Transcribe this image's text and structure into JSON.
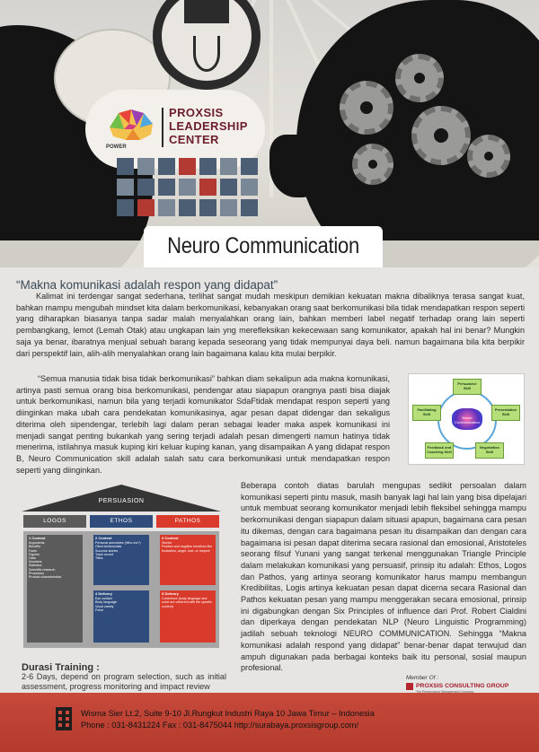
{
  "brand": {
    "name_line1": "PROXSIS",
    "name_line2": "LEADERSHIP",
    "name_line3": "CENTER",
    "power_word": "POWER"
  },
  "title": "Neuro Communication",
  "quote_title": "“Makna komunikasi adalah respon yang didapat”",
  "intro_paragraph": "Kalimat ini terdengar sangat sederhana, terlihat sangat mudah meskipun demikian kekuatan makna dibaliknya terasa sangat kuat, bahkan mampu mengubah mindset kita dalam berkomunikasi, kebanyakan orang saat berkomunikasi bila tidak mendapatkan respon seperti yang diharapkan biasanya tanpa sadar malah menyalahkan orang lain, bahkan memberi label negatif terhadap orang lain seperti pembangkang, lemot (Lemah Otak) atau ungkapan lain yng merefleksikan kekecewaan sang komunikator, apakah hal ini benar? Mungkin saja ya benar, ibaratnya menjual sebuah barang kepada seseorang yang tidak mempunyai daya beli. namun bagaimana bila kita berpikir dari perspektif lain, alih-alih menyalahkan orang lain bagaimana kalau kita mulai berpikir.",
  "paragraph_2": "“Semua manusia tidak bisa tidak berkomunikasi” bahkan diam sekalipun ada makna komunikasi, artinya pasti semua orang bisa berkomunikasi, pendengar atau siapapun orangnya pasti bisa diajak untuk berkomunikasi, namun bila yang terjadi komunikator SdaFtidak mendapat respon seperti yang diinginkan maka ubah cara pendekatan komunikasinya, agar pesan dapat didengar dan sekaligus diterima oleh sipendengar, terlebih lagi dalam peran sebagai leader maka aspek komunikasi ini menjadi sangat penting bukankah yang sering terjadi adalah pesan dimengerti namun hatinya tidak menerima, istilahnya masuk kuping kiri keluar kuping kanan, yang disampaikan A yang didapat respon B, Neuro Communication skill adalah salah satu cara berkomunikasi untuk mendapatkan respon seperti yang diinginkan.",
  "paragraph_3": "Beberapa contoh diatas barulah mengupas sedikit persoalan dalam komunikasi seperti pintu masuk, masih banyak lagi hal lain yang bisa dipelajari untuk membuat seorang komunikator menjadi lebih fleksibel sehingga mampu berkomunikasi dengan siapapun dalam situasi apapun, bagaimana cara pesan itu dikemas, dengan cara bagaimana pesan itu disampaikan dan dengan cara bagaimana isi pesan dapat diterima secara rasional dan emosional, Aristoteles seorang filsuf Yunani yang sangat terkenal menggunakan Triangle Principle dalam melakukan komunikasi yang persuasif, prinsip itu adalah: Ethos, Logos dan Pathos, yang artinya seorang komunikator harus mampu membangun Kredibilitas, Logis artinya kekuatan pesan dapat dicerna secara Rasional dan Pathos kekuatan pesan yang mampu menggerakan secara emosional, prinsip ini digabungkan dengan Six Principles of influence dari Prof. Robert Cialdini dan diperkaya dengan pendekatan NLP (Neuro Linguistic Programming) jadilah sebuah teknologi NEURO COMMUNICATION. Sehingga “Makna komunikasi adalah respond yang didapat” benar-benar dapat terwujud dan ampuh digunakan pada berbagai konteks baik itu personal, sosial maupun profesional.",
  "cycle_diagram": {
    "boxes": [
      "Persuasive Skill",
      "Presentation Skill",
      "Negotiation Skill",
      "Feedback and Coaching Skill",
      "Facilitating Skill"
    ],
    "center": "Neuro Communication"
  },
  "persuasion": {
    "roof": "PERSUASION",
    "pillars": [
      {
        "label": "LOGOS",
        "color": "#5b5b5b"
      },
      {
        "label": "ETHOS",
        "color": "#2f4c7d"
      },
      {
        "label": "PATHOS",
        "color": "#d93a2b"
      }
    ],
    "logos_box": {
      "title": "1 Content",
      "items": [
        "Arguments",
        "Benefits",
        "Facts",
        "Figures",
        "Data",
        "Numbers",
        "Statistics",
        "Scientific research",
        "Processes",
        "Product characteristics"
      ]
    },
    "ethos_box_1": {
      "title": "2 Content",
      "items": [
        "Personal anecdotes (Who me?)",
        "Client testimonials",
        "Success stories",
        "Track record",
        "Titles"
      ]
    },
    "ethos_box_2": {
      "title": "4 Delivery",
      "items": [
        "Eye contact",
        "Body language",
        "Vocal variety",
        "Poise"
      ]
    },
    "pathos_box_1": {
      "title": "3 Content",
      "items": [
        "Stories",
        "Positive and negative emotions like frustration, anger, love, or respect"
      ]
    },
    "pathos_box_2": {
      "title": "5 Delivery",
      "items": [
        "Coherence (body language and voice are coherent with the specific content)"
      ]
    }
  },
  "durasi": {
    "title": "Durasi Training :",
    "text": "2-6 Days, depend on program selection, such as initial assessment, progress monitoring and impact review"
  },
  "member": {
    "label": "Member Of :",
    "name": "PROXSIS CONSULTING GROUP",
    "tag": "The Performance Management Company"
  },
  "footer": {
    "address": "Wisma Sier Lt.2, Suite 9-10 Jl.Rungkut Industri Raya 10 Jawa Timur – Indonesia",
    "contact": "Phone : 031-8431224 Fax : 031-8475044 http://surabaya.proxsisgroup.com/"
  }
}
